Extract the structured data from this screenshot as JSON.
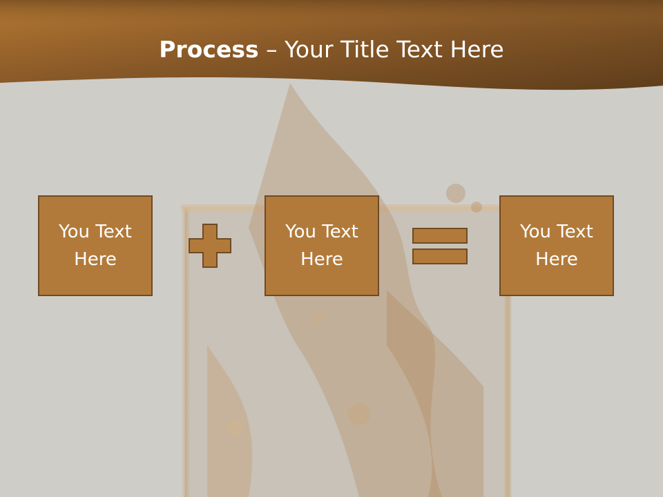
{
  "slide": {
    "title_bold": "Process",
    "title_rest": " – Your Title Text Here",
    "steps": [
      {
        "label": "You Text Here"
      },
      {
        "label": "You Text Here"
      },
      {
        "label": "You Text Here"
      }
    ],
    "operators": [
      "plus-icon",
      "equals-icon"
    ]
  },
  "colors": {
    "header_dark": "#5e3d1b",
    "header_light": "#b57832",
    "box_fill": "#b27a3a",
    "box_border": "#6e4a24",
    "background": "#cfcdc8",
    "text": "#ffffff"
  }
}
